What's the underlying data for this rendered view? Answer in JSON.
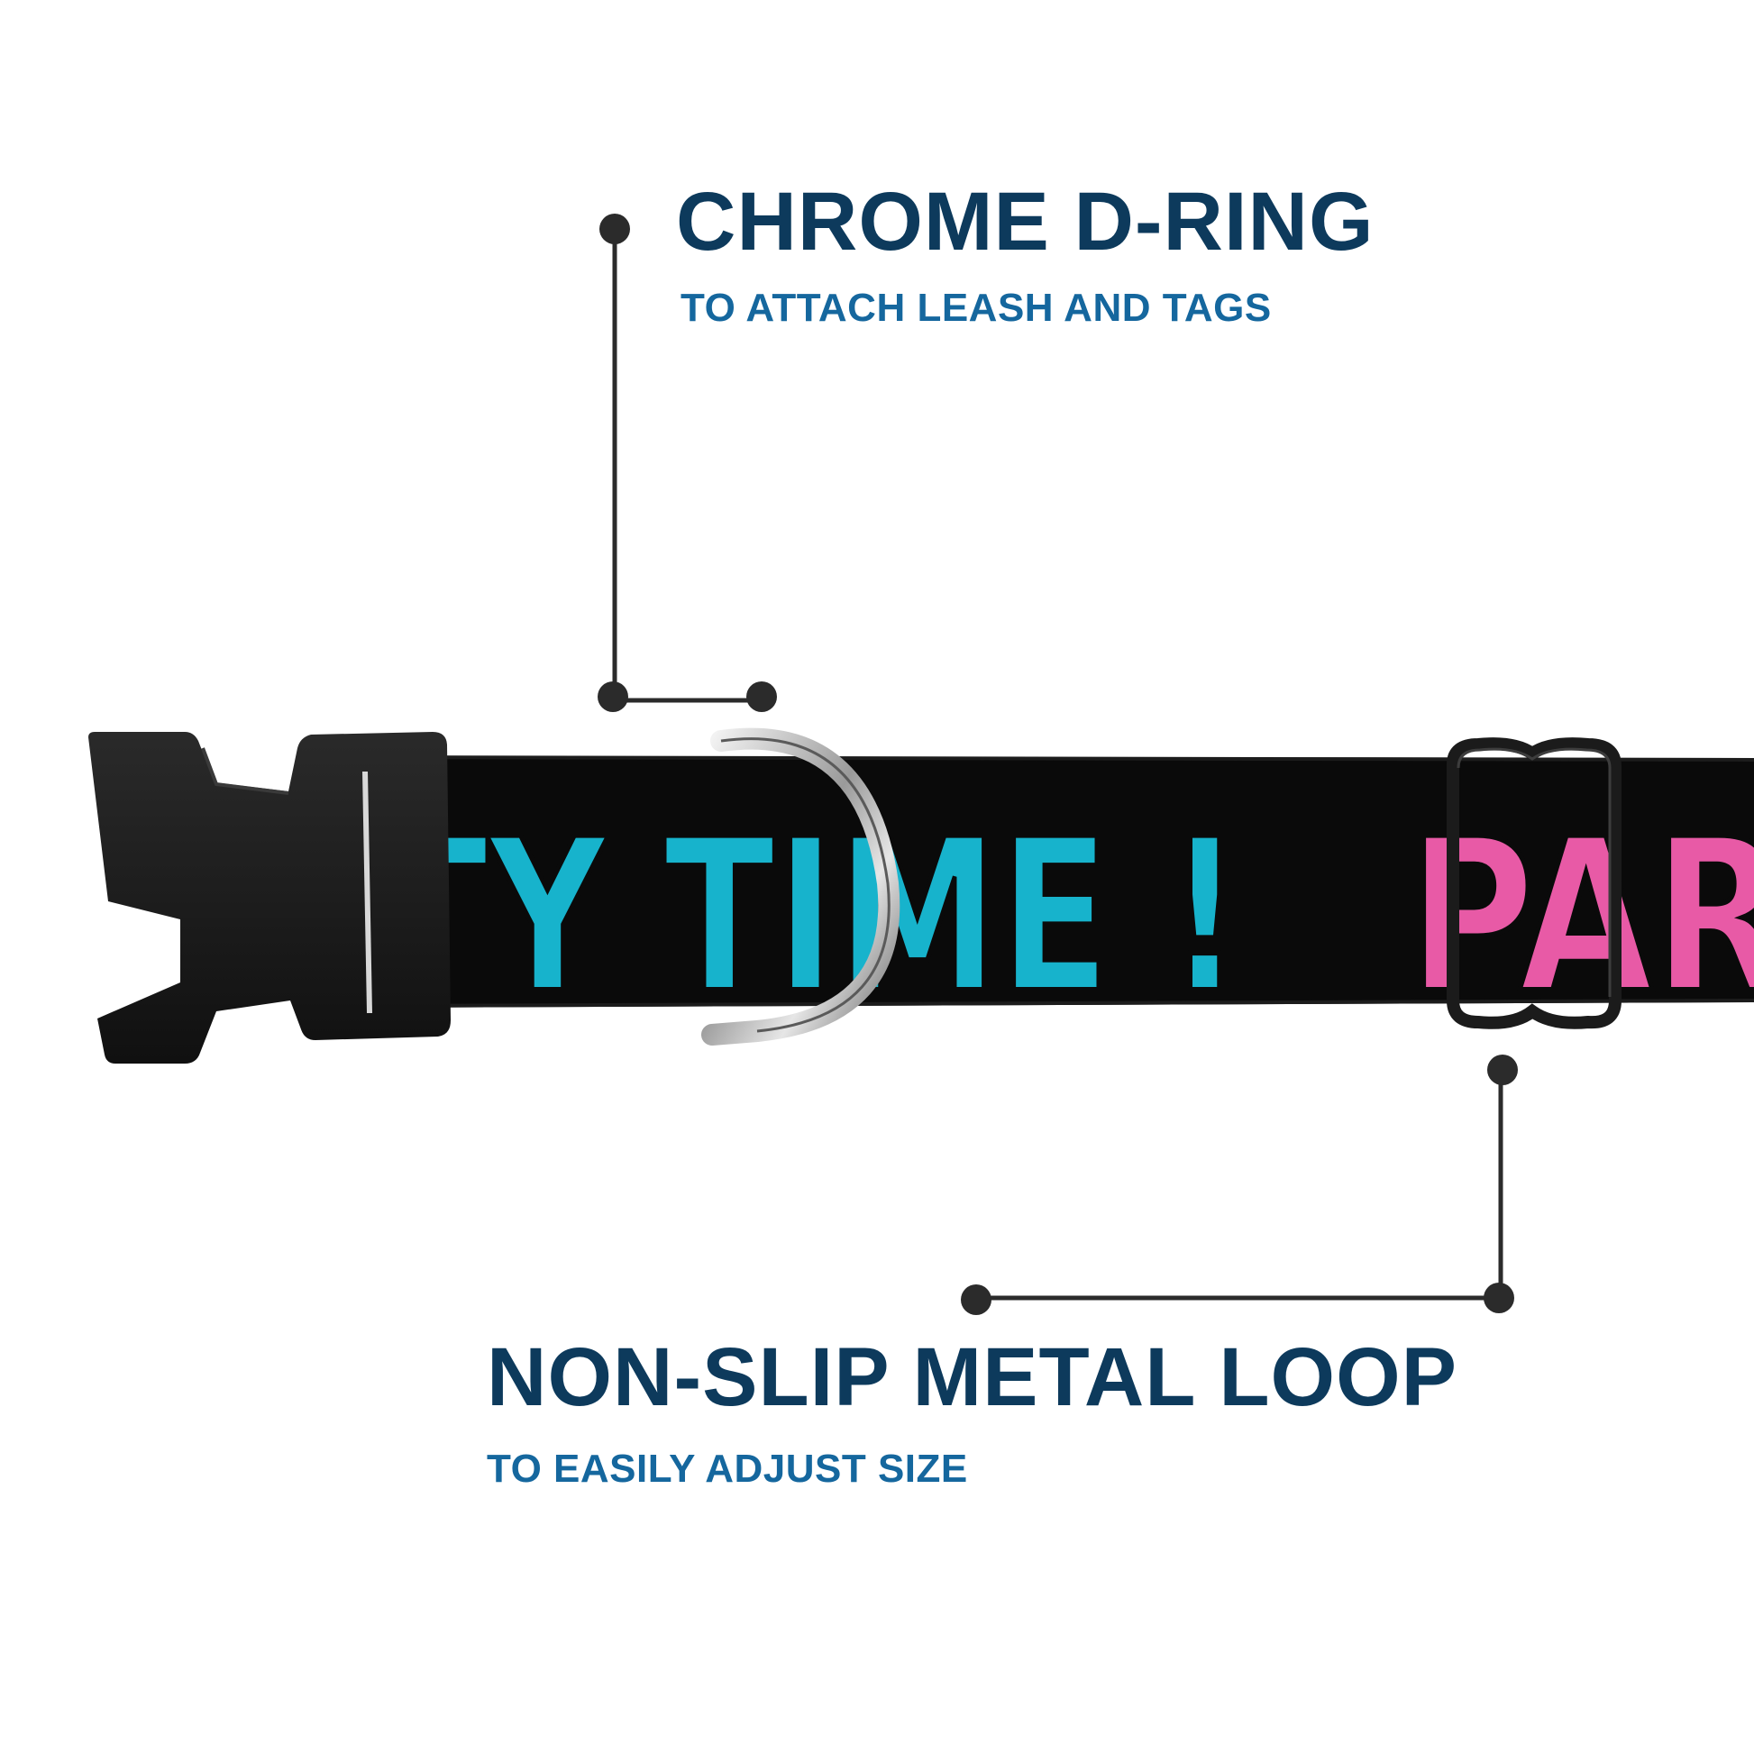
{
  "callouts": {
    "dring": {
      "title": "CHROME D-RING",
      "subtitle": "TO ATTACH LEASH AND TAGS"
    },
    "loop": {
      "title": "NON-SLIP METAL LOOP",
      "subtitle": "TO EASILY ADJUST SIZE"
    }
  },
  "collar": {
    "print_text_cyan": "TY TIME !",
    "print_text_pink": "PAR"
  },
  "colors": {
    "background": "#ffffff",
    "headline": "#0d3a5c",
    "subline": "#15679e",
    "strap": "#0a0a0a",
    "text_cyan": "#17b3cc",
    "text_pink": "#e85aa6",
    "callout_line": "#2b2b2b"
  }
}
